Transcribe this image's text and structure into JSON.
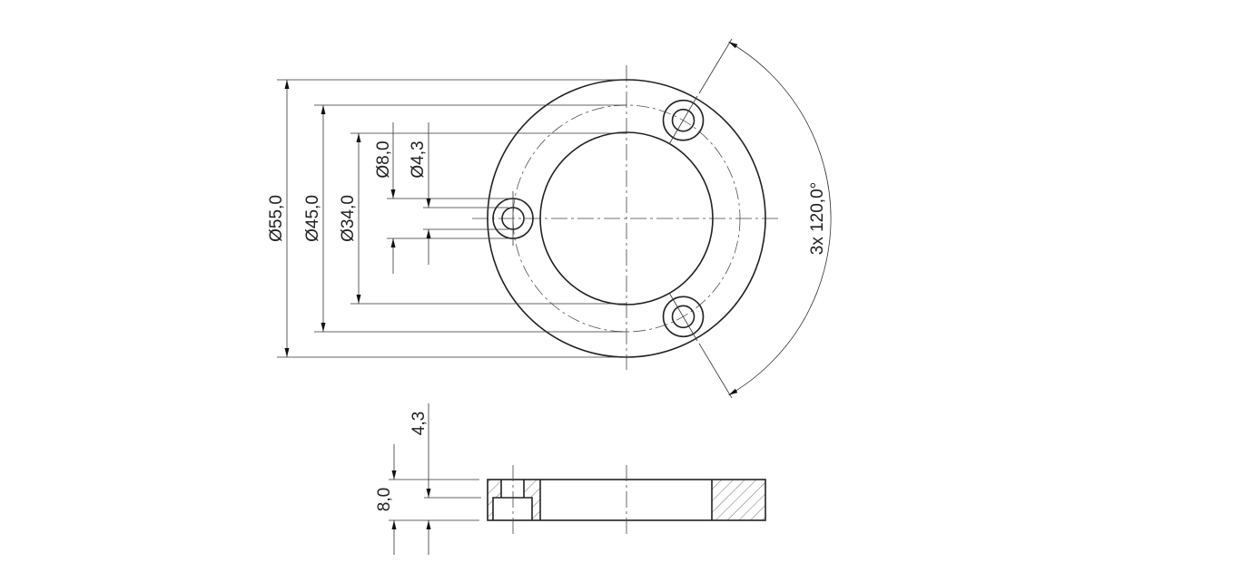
{
  "dimensions": {
    "outer_diameter": "Ø55,0",
    "bolt_circle_diameter": "Ø45,0",
    "inner_diameter": "Ø34,0",
    "counterbore_diameter": "Ø8,0",
    "hole_diameter": "Ø4,3",
    "angle": "3x 120,0°",
    "thickness": "8,0",
    "counterbore_depth": "4,3"
  }
}
